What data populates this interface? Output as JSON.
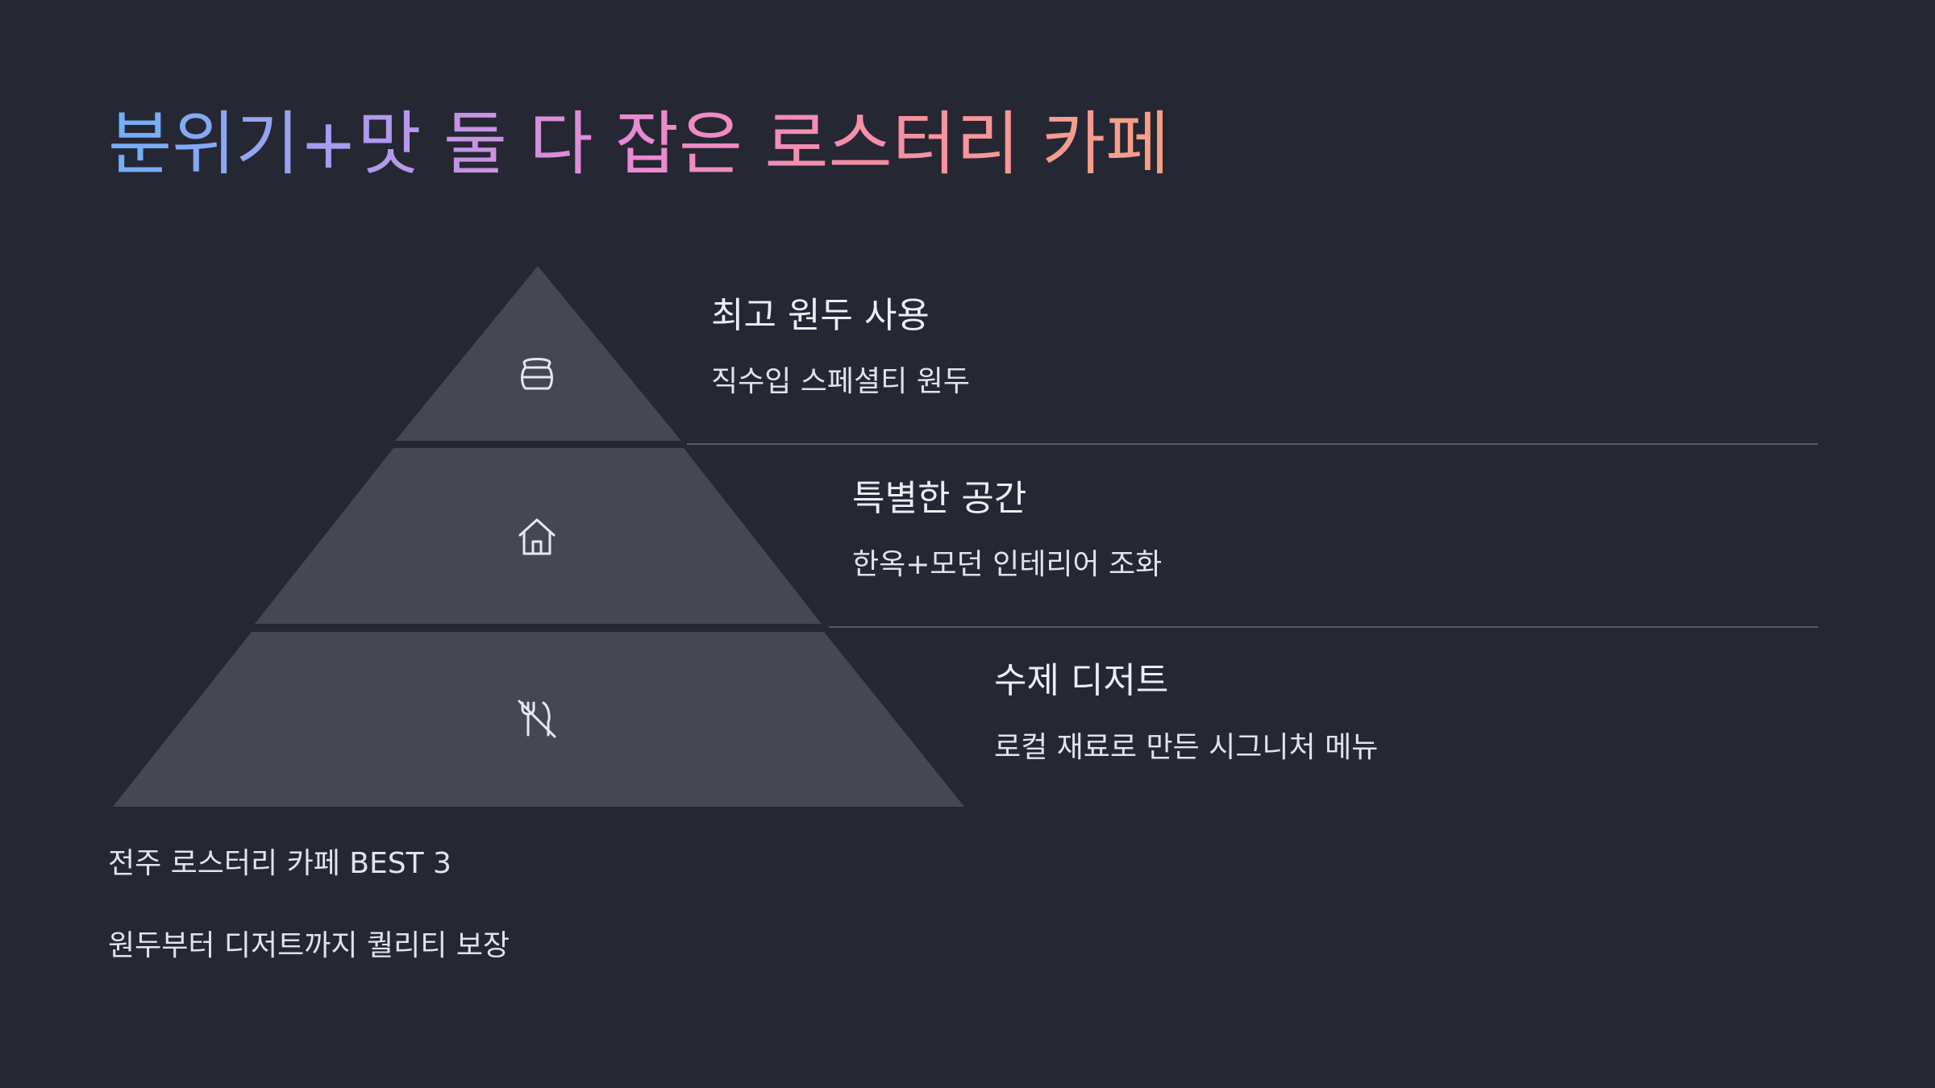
{
  "title": "분위기+맛 둘 다 잡은 로스터리 카페",
  "levels": [
    {
      "heading": "최고 원두 사용",
      "description": "직수입 스페셜티 원두",
      "icon": "coffee-cup-icon"
    },
    {
      "heading": "특별한 공간",
      "description": "한옥+모던 인테리어 조화",
      "icon": "house-icon"
    },
    {
      "heading": "수제 디저트",
      "description": "로컬 재료로 만든 시그니처 메뉴",
      "icon": "no-utensils-icon"
    }
  ],
  "footer": {
    "line1": "전주 로스터리 카페 BEST 3",
    "line2": "원두부터 디저트까지 퀄리티 보장"
  },
  "colors": {
    "background": "#252733",
    "tier_fill": "#454753",
    "title_gradient": [
      "#6fb0f7",
      "#a99cf0",
      "#e88ad4",
      "#f78fa6",
      "#f7a184"
    ]
  }
}
